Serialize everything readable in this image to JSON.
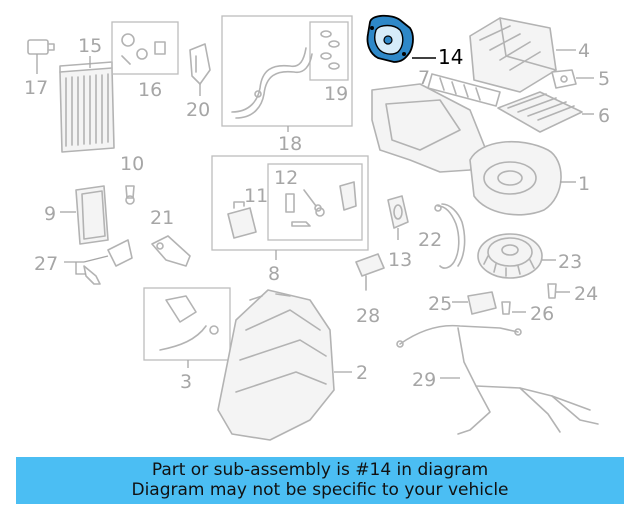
{
  "diagram": {
    "highlighted_part": "14",
    "colors": {
      "highlight_part": "#2e88c8",
      "highlight_outline": "#000000",
      "parts": "#b3b3b3",
      "callouts": "#a6a6a6"
    },
    "callouts": {
      "c1": "1",
      "c2": "2",
      "c3": "3",
      "c4": "4",
      "c5": "5",
      "c6": "6",
      "c7": "7",
      "c8": "8",
      "c9": "9",
      "c10": "10",
      "c11": "11",
      "c12": "12",
      "c13": "13",
      "c14": "14",
      "c15": "15",
      "c16": "16",
      "c17": "17",
      "c18": "18",
      "c19": "19",
      "c20": "20",
      "c21": "21",
      "c22": "22",
      "c23": "23",
      "c24": "24",
      "c25": "25",
      "c26": "26",
      "c27": "27",
      "c28": "28",
      "c29": "29"
    }
  },
  "banner": {
    "line1": "Part or sub-assembly is #14 in diagram",
    "line2": "Diagram may not be specific to your vehicle",
    "color": "#4bbef3"
  }
}
